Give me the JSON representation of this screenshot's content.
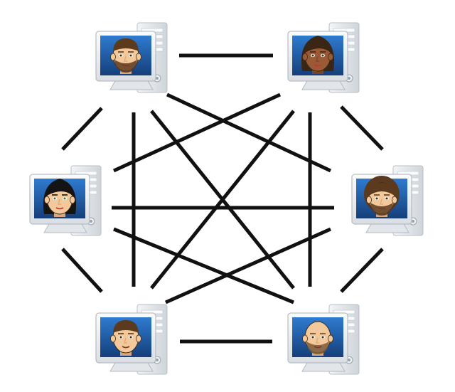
{
  "diagram": {
    "type": "full-mesh peer-to-peer network",
    "nodes": [
      {
        "id": "node-top-left",
        "avatar": "bearded-man-face-icon",
        "hair": "brown",
        "skin": "light",
        "beard": true
      },
      {
        "id": "node-top-right",
        "avatar": "woman-face-icon",
        "hair": "dark-brown",
        "skin": "dark",
        "beard": false
      },
      {
        "id": "node-middle-left",
        "avatar": "woman-face-icon",
        "hair": "black",
        "skin": "light",
        "beard": false
      },
      {
        "id": "node-middle-right",
        "avatar": "curly-haired-man-face-icon",
        "hair": "brown",
        "skin": "light",
        "beard": true
      },
      {
        "id": "node-bottom-left",
        "avatar": "short-haired-man-face-icon",
        "hair": "brown",
        "skin": "light",
        "beard": false
      },
      {
        "id": "node-bottom-right",
        "avatar": "bald-man-face-icon",
        "hair": "none",
        "skin": "light",
        "beard": true
      }
    ],
    "connections": [
      [
        "node-top-left",
        "node-top-right"
      ],
      [
        "node-top-left",
        "node-middle-left"
      ],
      [
        "node-top-left",
        "node-middle-right"
      ],
      [
        "node-top-left",
        "node-bottom-left"
      ],
      [
        "node-top-left",
        "node-bottom-right"
      ],
      [
        "node-top-right",
        "node-middle-left"
      ],
      [
        "node-top-right",
        "node-middle-right"
      ],
      [
        "node-top-right",
        "node-bottom-left"
      ],
      [
        "node-top-right",
        "node-bottom-right"
      ],
      [
        "node-middle-left",
        "node-middle-right"
      ],
      [
        "node-middle-left",
        "node-bottom-left"
      ],
      [
        "node-middle-left",
        "node-bottom-right"
      ],
      [
        "node-middle-right",
        "node-bottom-left"
      ],
      [
        "node-middle-right",
        "node-bottom-right"
      ],
      [
        "node-bottom-left",
        "node-bottom-right"
      ]
    ],
    "colors": {
      "link": "#111111",
      "monitor_frame": "#eef1f4",
      "screen": "#1d5aa8",
      "tower": "#e6e9ec"
    }
  }
}
